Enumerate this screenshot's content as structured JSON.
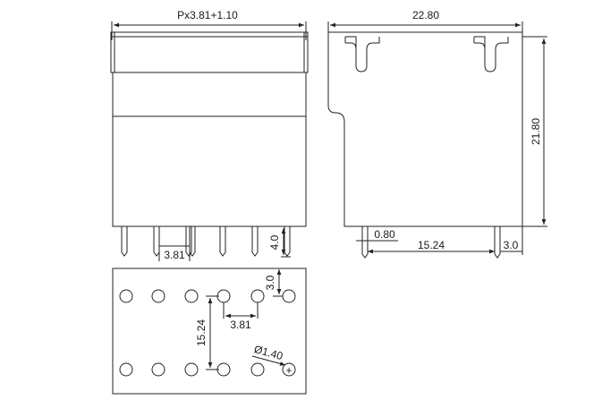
{
  "front_view": {
    "pitch_label": "Px3.81+1.10",
    "pitch_dim": "3.81",
    "pin_length_dim": "4.0"
  },
  "side_view": {
    "width_dim": "22.80",
    "height_dim": "21.80",
    "pin_width_dim": "0.80",
    "row_spacing_dim": "15.24",
    "offset_dim": "3.0"
  },
  "footprint": {
    "edge_dim": "3.0",
    "pitch_dim": "3.81",
    "row_spacing_dim": "15.24",
    "hole_diameter_dim": "Ø1.40",
    "pin1_marker": "+"
  }
}
